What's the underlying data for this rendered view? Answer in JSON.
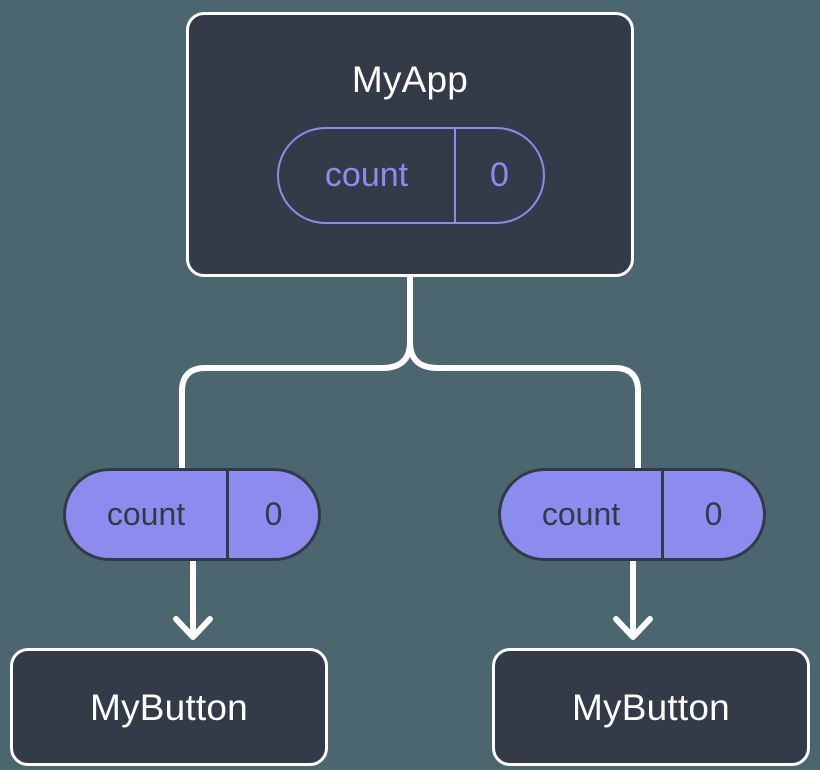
{
  "diagram": {
    "type": "component-state-flow-tree",
    "background_color": "#4c6670",
    "accent_color": "#8b8cee",
    "surface_color": "#343b48",
    "stroke_color": "#ffffff",
    "root": {
      "label": "MyApp",
      "state_pill": {
        "name": "count",
        "value": "0",
        "style": "outline"
      }
    },
    "branches": [
      {
        "pill": {
          "name": "count",
          "value": "0",
          "style": "filled"
        },
        "leaf": {
          "label": "MyButton"
        }
      },
      {
        "pill": {
          "name": "count",
          "value": "0",
          "style": "filled"
        },
        "leaf": {
          "label": "MyButton"
        }
      }
    ],
    "connectors": {
      "fork_label": "",
      "arrow_style": "chevron-down"
    }
  }
}
